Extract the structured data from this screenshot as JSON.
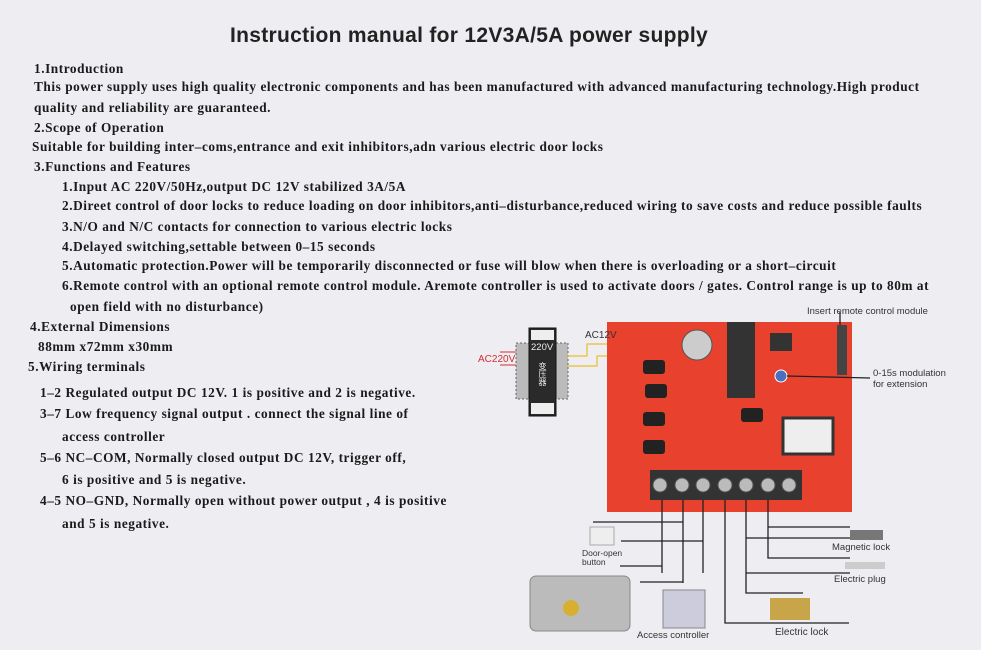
{
  "title": "Instruction manual for 12V3A/5A power supply",
  "sections": {
    "intro_h": "1.Introduction",
    "intro_1": "This power supply uses high quality electronic components and has been manufactured with advanced manufacturing technology.High product",
    "intro_2": "quality and reliability are guaranteed.",
    "scope_h": "2.Scope of Operation",
    "scope_1": "Suitable for building inter–coms,entrance and exit inhibitors,adn various electric door locks",
    "func_h": "3.Functions and Features",
    "f1": "1.Input AC 220V/50Hz,output DC 12V stabilized 3A/5A",
    "f2": "2.Direet control of door locks to reduce loading on door inhibitors,anti–disturbance,reduced wiring to save costs and reduce possible faults",
    "f3": "3.N/O and N/C contacts for connection to various electric locks",
    "f4": "4.Delayed switching,settable between 0–15 seconds",
    "f5": "5.Automatic protection.Power will be temporarily disconnected or fuse will blow when there is overloading or a short–circuit",
    "f6a": "6.Remote control with an optional remote control module. Aremote controller is used to activate doors / gates.  Control range is up to 80m at",
    "f6b": "open field with no disturbance)",
    "dim_h": "4.External Dimensions",
    "dim_1": "88mm x72mm x30mm",
    "wir_h": "5.Wiring terminals",
    "w1": "1–2 Regulated output DC 12V.  1 is positive and 2 is negative.",
    "w2a": "3–7 Low frequency signal output . connect the signal line of",
    "w2b": "access controller",
    "w3a": "5–6 NC–COM, Normally closed output DC 12V, trigger off,",
    "w3b": "6 is positive and 5 is negative.",
    "w4a": "4–5 NO–GND, Normally open without power output , 4 is positive",
    "w4b": "and 5 is negative."
  },
  "diagram": {
    "remote": "Insert remote control module",
    "ac12": "AC12V",
    "ac220": "AC220V",
    "v220": "220V",
    "transformer": "变压器",
    "modulation_1": "0-15s modulation",
    "modulation_2": "for extension",
    "door_open_1": "Door-open",
    "door_open_2": "button",
    "magnetic": "Magnetic lock",
    "plug": "Electric plug",
    "access": "Access controller",
    "elock": "Electric  lock",
    "board_color": "#e8412e"
  }
}
